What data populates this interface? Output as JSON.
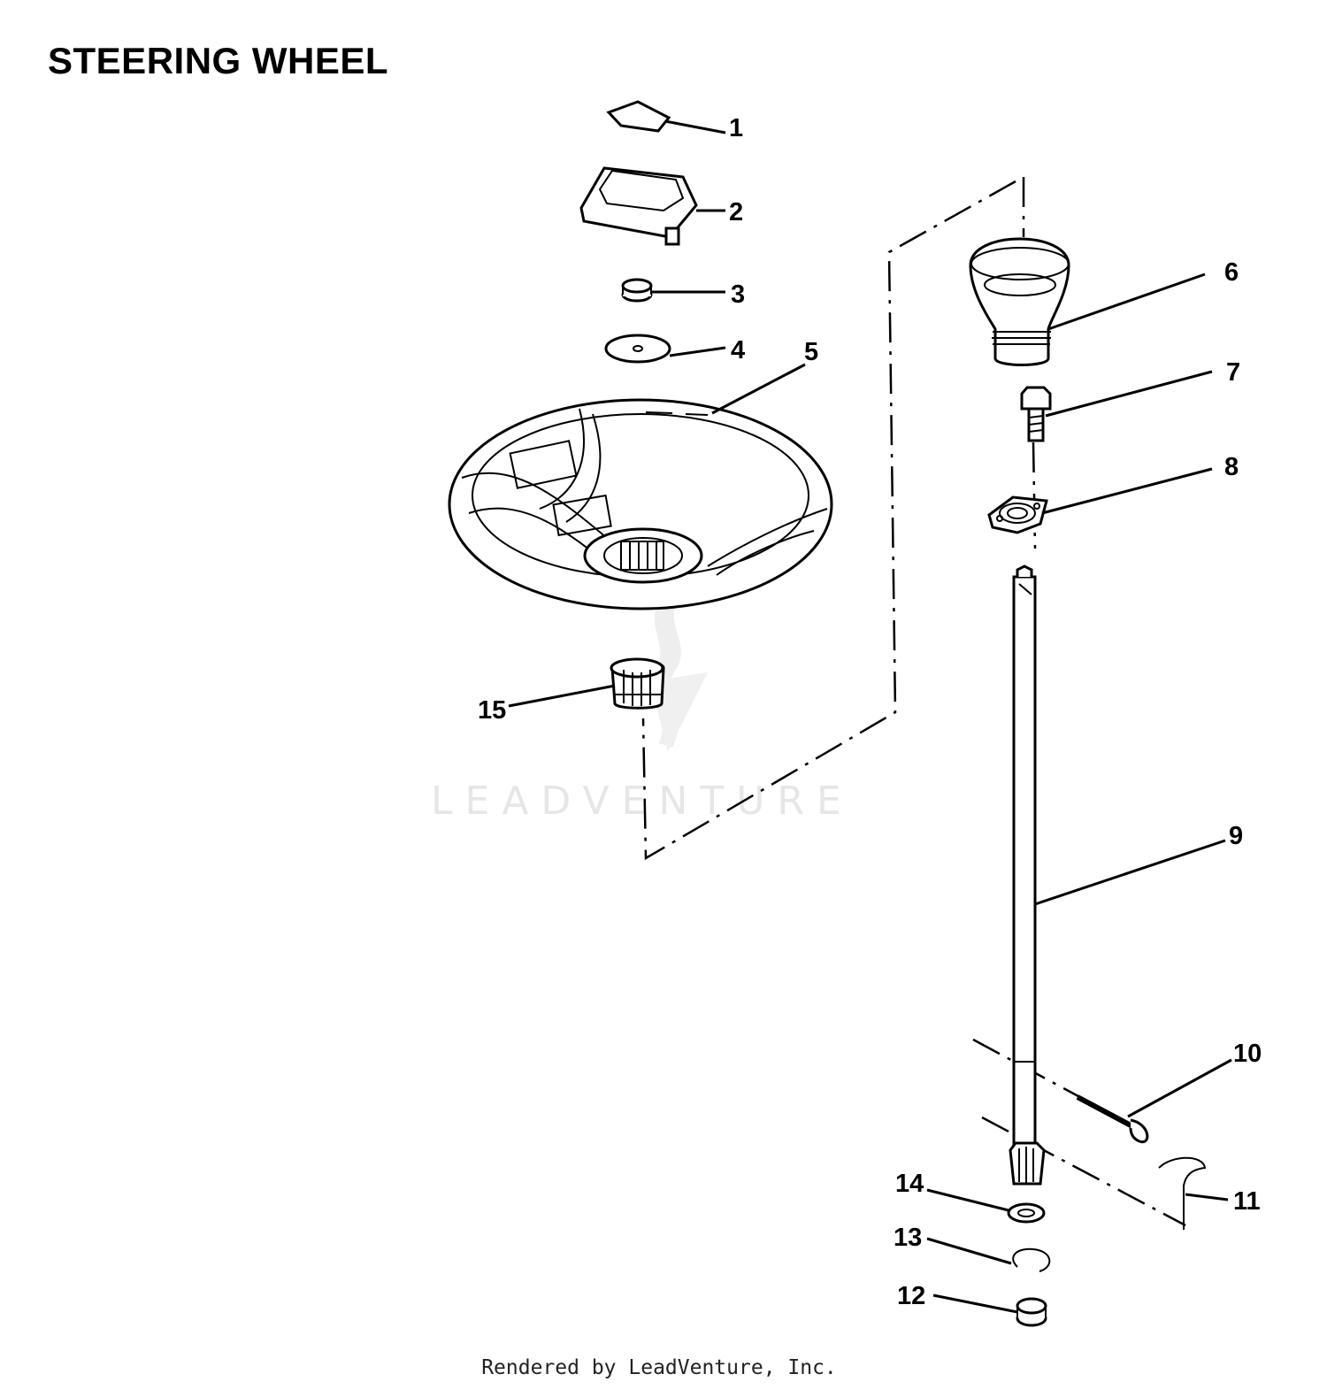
{
  "title": "STEERING WHEEL",
  "watermark": "LEADVENTURE",
  "footer": "Rendered by LeadVenture, Inc.",
  "callouts": [
    "1",
    "2",
    "3",
    "4",
    "5",
    "6",
    "7",
    "8",
    "9",
    "10",
    "11",
    "12",
    "13",
    "14",
    "15"
  ]
}
